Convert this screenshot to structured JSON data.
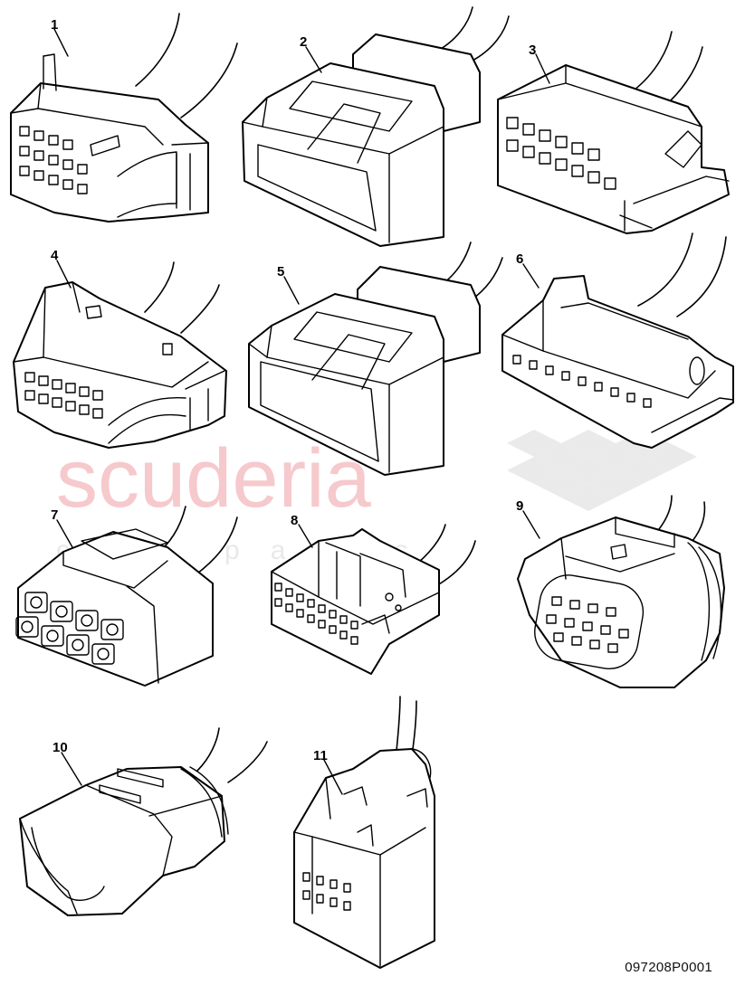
{
  "diagram": {
    "reference_code": "097208P0001",
    "watermark": {
      "brand": "scuderia",
      "tagline": "car parts"
    },
    "parts": [
      {
        "label": "1"
      },
      {
        "label": "2"
      },
      {
        "label": "3"
      },
      {
        "label": "4"
      },
      {
        "label": "5"
      },
      {
        "label": "6"
      },
      {
        "label": "7"
      },
      {
        "label": "8"
      },
      {
        "label": "9"
      },
      {
        "label": "10"
      },
      {
        "label": "11"
      }
    ]
  }
}
